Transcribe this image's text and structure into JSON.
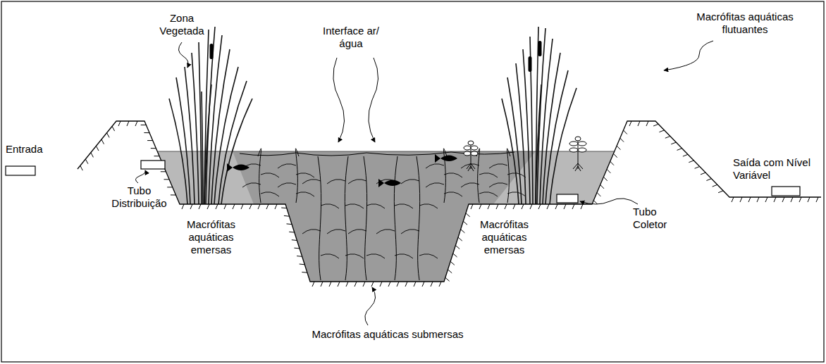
{
  "diagram": {
    "labels": [
      "Zona Vegetada",
      "Interface ar/água",
      "Macrófitas aquáticas flutuantes",
      "Entrada",
      "Tubo Distribuição",
      "Macrófitas aquáticas emersas",
      "Macrófitas aquáticas emersas",
      "Tubo Coletor",
      "Saída com Nível Variável",
      "Macrófitas aquáticas submersas"
    ]
  }
}
